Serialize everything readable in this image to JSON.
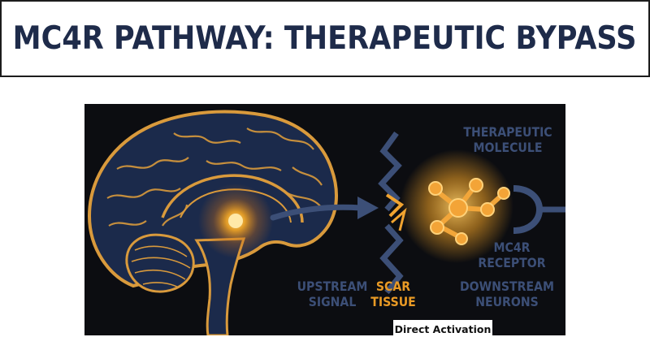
{
  "title": "MC4R PATHWAY: THERAPEUTIC BYPASS",
  "labels": {
    "upstream_line1": "UPSTREAM",
    "upstream_line2": "SIGNAL",
    "scar_line1": "SCAR",
    "scar_line2": "TISSUE",
    "downstream_line1": "DOWNSTREAM",
    "downstream_line2": "NEURONS",
    "therapeutic_line1": "THERAPEUTIC",
    "therapeutic_line2": "MOLECULE",
    "receptor_line1": "MC4R",
    "receptor_line2": "RECEPTOR"
  },
  "caption": "Direct Activation",
  "colors": {
    "title_text": "#1e2b4a",
    "background": "#0c0d11",
    "brain_fill": "#1b2a4b",
    "brain_outline": "#d99a3c",
    "glow": "#f7a823",
    "label_blue": "#3c4f77",
    "label_orange": "#e99a25"
  },
  "icons": [
    "brain-icon",
    "arrow-icon",
    "scar-zigzag-icon",
    "molecule-icon",
    "receptor-icon"
  ]
}
